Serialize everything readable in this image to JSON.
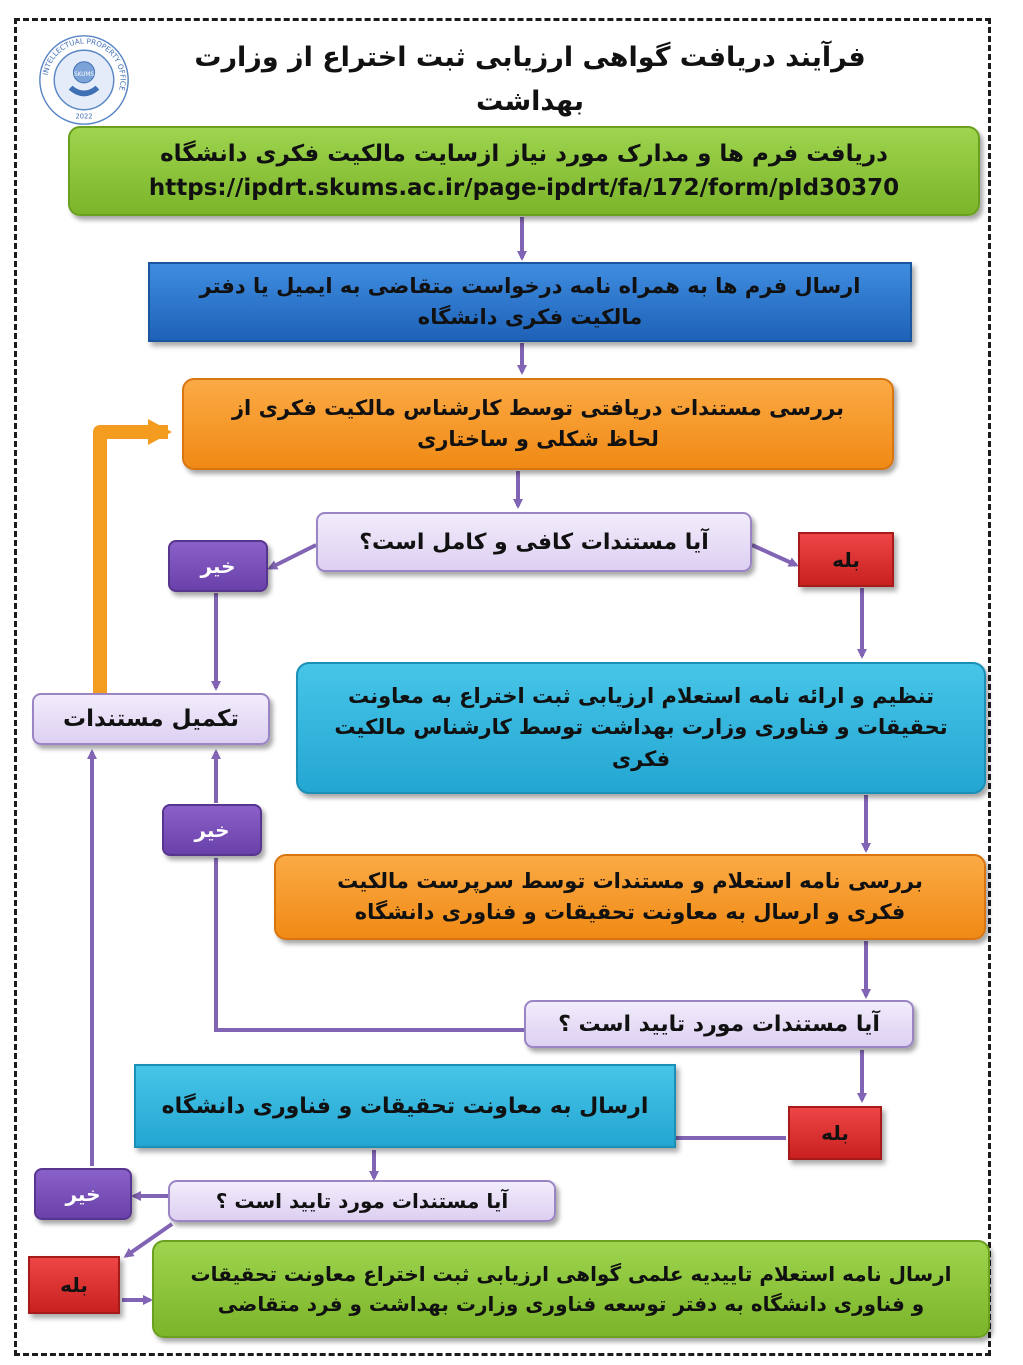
{
  "title": "فرآیند دریافت گواهی ارزیابی ثبت اختراع از وزارت بهداشت",
  "logo": {
    "ring_text": "INTELLECTUAL PROPERTY OFFICE",
    "inner_text": "SKUMS",
    "year_text": "2022"
  },
  "colors": {
    "green": "#8cc63f",
    "blue": "#2f78d0",
    "orange": "#f7941d",
    "lavender": "#e6dcf5",
    "cyan": "#31b5e0",
    "purple": "#7a52b8",
    "red": "#d93030",
    "connector": "#8264b4",
    "loop_arrow": "#f39c20"
  },
  "steps": {
    "step1": [
      "دریافت فرم ها و مدارک مورد نیاز ازسایت مالکیت فکری دانشگاه",
      "https://ipdrt.skums.ac.ir/page-ipdrt/fa/172/form/pId30370"
    ],
    "step2": [
      "ارسال فرم ها به همراه نامه درخواست متقاضی به ایمیل یا دفتر",
      "مالکیت فکری دانشگاه"
    ],
    "step3": [
      "بررسی مستندات دریافتی توسط کارشناس مالکیت فکری از",
      "لحاظ شکلی و ساختاری"
    ],
    "step4": [
      "تنظیم و ارائه نامه استعلام ارزیابی ثبت اختراع به معاونت",
      "تحقیقات و فناوری وزارت بهداشت توسط کارشناس مالکیت",
      "فکری"
    ],
    "step5": [
      "بررسی نامه استعلام و مستندات توسط سرپرست مالکیت",
      "فکری و ارسال به معاونت تحقیقات و فناوری دانشگاه"
    ],
    "step6": "ارسال به معاونت تحقیقات و فناوری دانشگاه",
    "step7": [
      "ارسال نامه استعلام تاییدیه علمی گواهی ارزیابی ثبت اختراع معاونت تحقیقات",
      "و فناوری دانشگاه به دفتر توسعه فناوری وزارت بهداشت و فرد متقاضی"
    ]
  },
  "decisions": {
    "q1": "آیا مستندات کافی و کامل است؟",
    "q2": "آیا مستندات مورد تایید است ؟",
    "q3": "آیا مستندات مورد تایید است ؟"
  },
  "complete_docs": "تکمیل مستندات",
  "labels": {
    "yes": "بله",
    "no": "خیر"
  }
}
